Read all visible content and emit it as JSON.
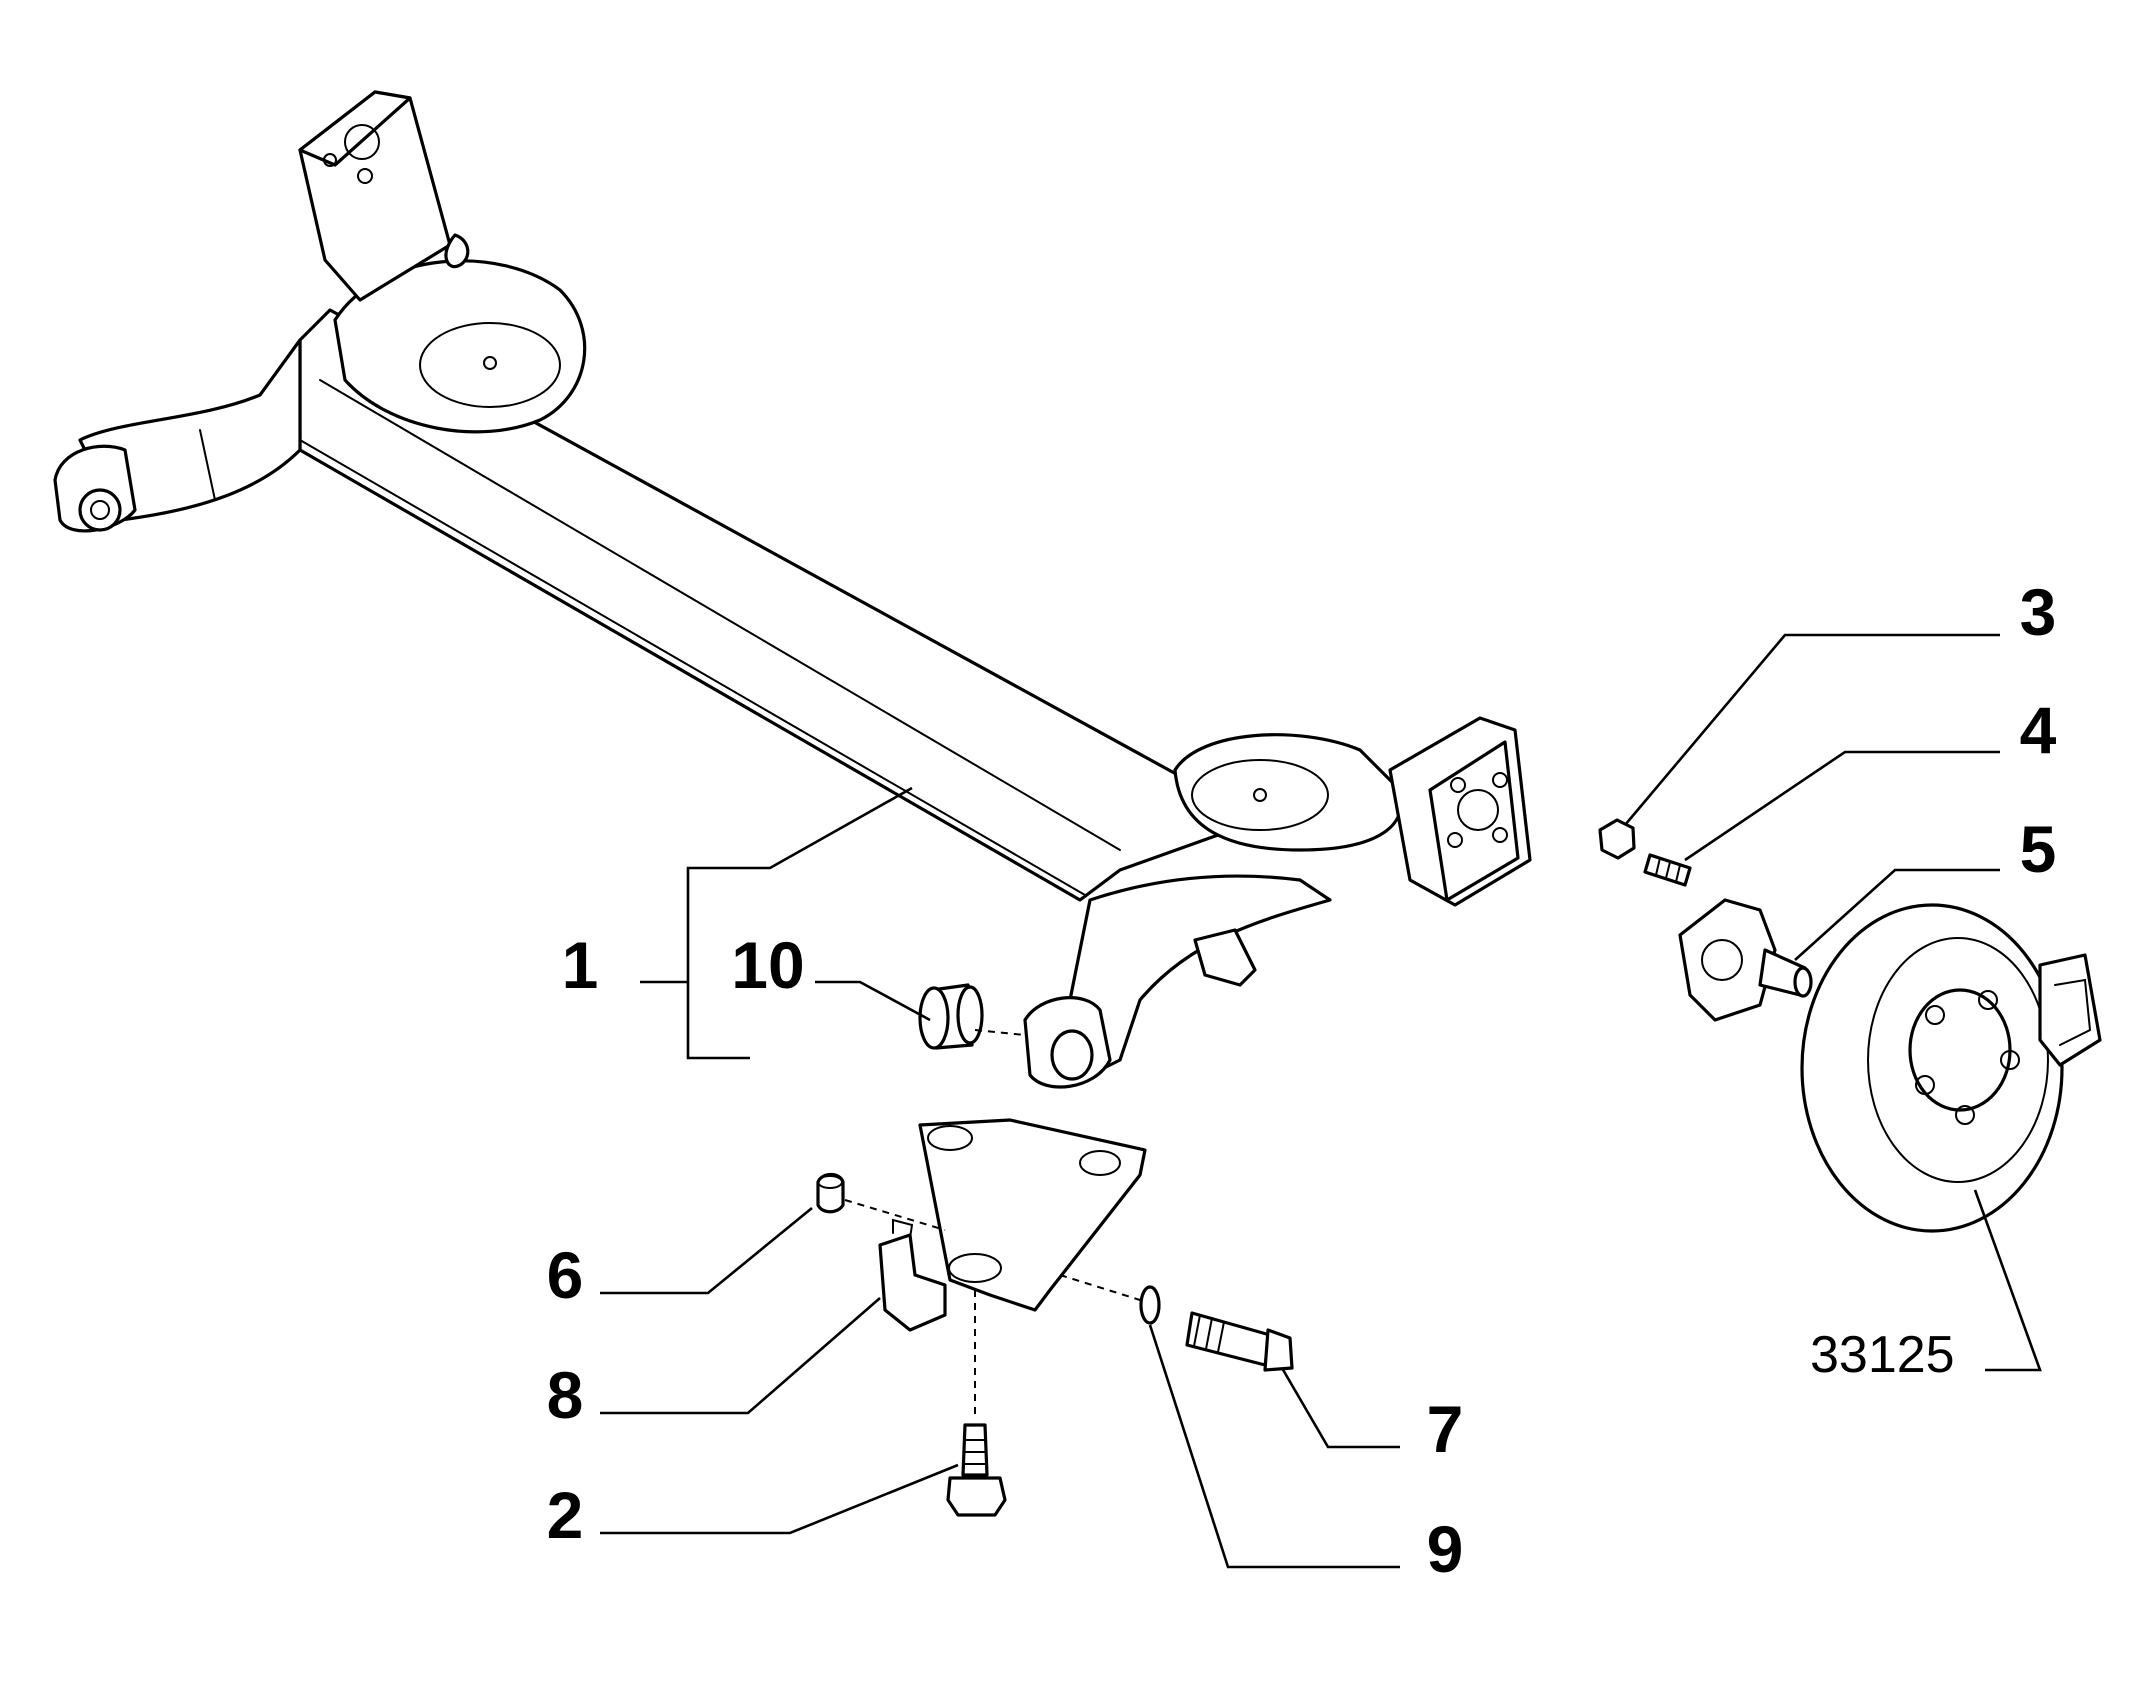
{
  "callouts": {
    "c1": "1",
    "c2": "2",
    "c3": "3",
    "c4": "4",
    "c5": "5",
    "c6": "6",
    "c7": "7",
    "c8": "8",
    "c9": "9",
    "c10": "10"
  },
  "drawing_ref": "33125"
}
